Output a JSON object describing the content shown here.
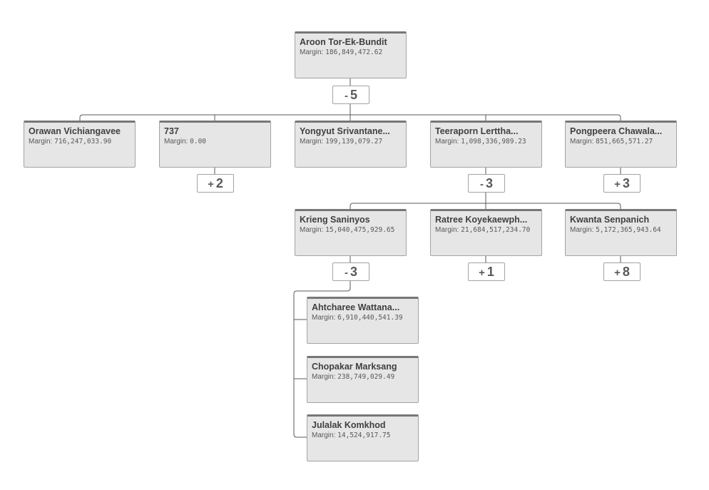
{
  "margin_label": "Margin:",
  "nodes": {
    "root": {
      "name": "Aroon Tor-Ek-Bundit",
      "margin": "186,849,472.62"
    },
    "orawan": {
      "name": "Orawan Vichiangavee",
      "margin": "716,247,033.90"
    },
    "n737": {
      "name": "737",
      "margin": "0.00"
    },
    "yongyut": {
      "name": "Yongyut Srivantane...",
      "margin": "199,139,079.27"
    },
    "teeraporn": {
      "name": "Teeraporn Lerttha...",
      "margin": "1,098,336,989.23"
    },
    "pongpeera": {
      "name": "Pongpeera Chawala...",
      "margin": "851,665,571.27"
    },
    "krieng": {
      "name": "Krieng Saninyos",
      "margin": "15,040,475,929.65"
    },
    "ratree": {
      "name": "Ratree Koyekaewph...",
      "margin": "21,684,517,234.70"
    },
    "kwanta": {
      "name": "Kwanta Senpanich",
      "margin": "5,172,365,943.64"
    },
    "ahtcharee": {
      "name": "Ahtcharee Wattana...",
      "margin": "6,910,440,541.39"
    },
    "chopakar": {
      "name": "Chopakar Marksang",
      "margin": "238,749,029.49"
    },
    "julalak": {
      "name": "Julalak Komkhod",
      "margin": "14,524,917.75"
    }
  },
  "toggles": {
    "root": {
      "symbol": "-",
      "count": "5"
    },
    "n737": {
      "symbol": "+",
      "count": "2"
    },
    "teeraporn": {
      "symbol": "-",
      "count": "3"
    },
    "pongpeera": {
      "symbol": "+",
      "count": "3"
    },
    "krieng": {
      "symbol": "-",
      "count": "3"
    },
    "ratree": {
      "symbol": "+",
      "count": "1"
    },
    "kwanta": {
      "symbol": "+",
      "count": "8"
    }
  },
  "colors": {
    "node_fill": "#e6e6e6",
    "node_border": "#a3a3a3",
    "node_top_border": "#777777",
    "connector": "#595959",
    "text_dark": "#404040"
  }
}
